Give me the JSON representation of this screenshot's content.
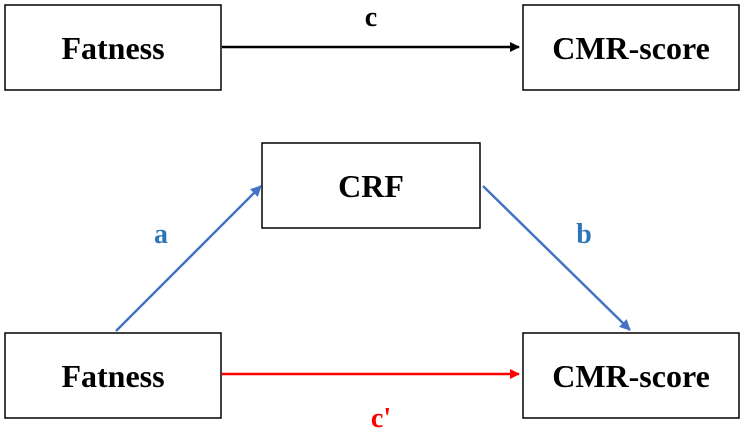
{
  "colors": {
    "black": "#000000",
    "blue": "#4472C4",
    "label_blue": "#2E75B6",
    "red": "#FF0000"
  },
  "total_effect": {
    "predictor": "Fatness",
    "outcome": "CMR-score",
    "path_c": "c"
  },
  "mediation": {
    "predictor": "Fatness",
    "mediator": "CRF",
    "outcome": "CMR-score",
    "path_a": "a",
    "path_b": "b",
    "path_c_prime": "c'"
  }
}
